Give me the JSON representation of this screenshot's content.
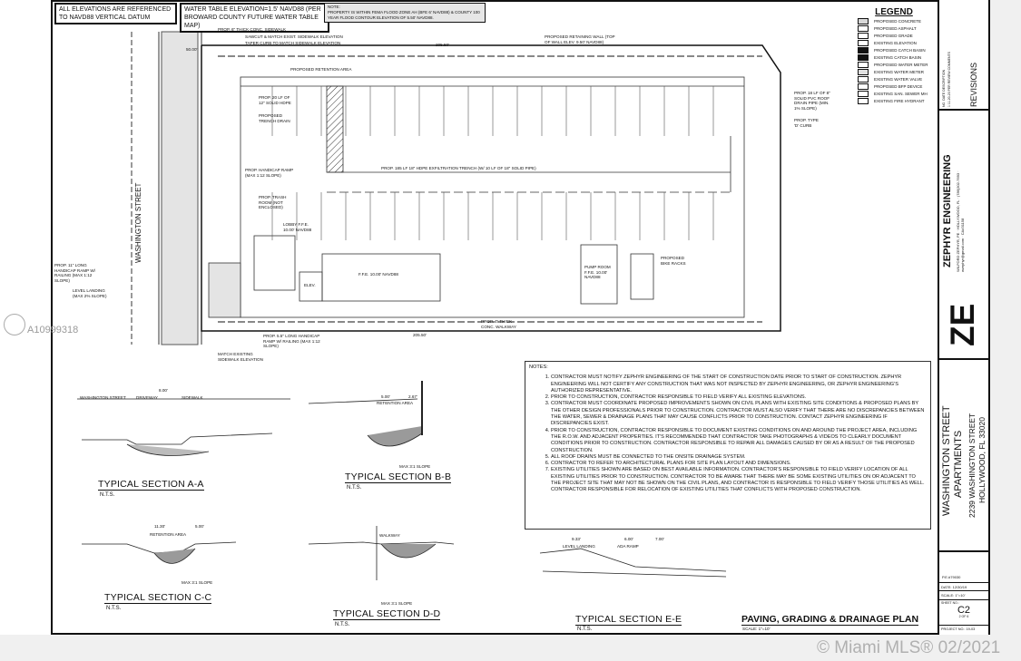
{
  "header_notes": {
    "datum": "ALL ELEVATIONS ARE REFERENCED TO NAVD88 VERTICAL DATUM",
    "water_table": "WATER TABLE ELEVATION=1.5' NAVD88 (PER BROWARD COUNTY FUTURE WATER TABLE MAP)",
    "note_title": "NOTE:",
    "note_body": "PROPERTY IS WITHIN FEMA FLOOD ZONE AH (BFE 6' NAVD88) & COUNTY 100 YEAR FLOOD CONTOUR ELEVATION OF 5.50' NAVD88."
  },
  "legend": {
    "title": "LEGEND",
    "items": [
      {
        "label": "PROPOSED CONCRETE",
        "color": "#d8d8d8"
      },
      {
        "label": "PROPOSED ASPHALT",
        "color": "#ffffff"
      },
      {
        "label": "PROPOSED GRADE",
        "color": "#ffffff"
      },
      {
        "label": "EXISTING ELEVATION",
        "color": "#ffffff"
      },
      {
        "label": "PROPOSED CATCH BASIN",
        "color": "#111111"
      },
      {
        "label": "EXISTING CATCH BASIN",
        "color": "#111111"
      },
      {
        "label": "PROPOSED WATER METER",
        "color": "#ffffff"
      },
      {
        "label": "EXISTING WATER METER",
        "color": "#e0e0e0"
      },
      {
        "label": "EXISTING WATER VALVE",
        "color": "#ffffff"
      },
      {
        "label": "PROPOSED BFP DEVICE",
        "color": "#ffffff"
      },
      {
        "label": "EXISTING SAN. SEWER MH",
        "color": "#ffffff"
      },
      {
        "label": "EXISTING FIRE HYDRANT",
        "color": "#ffffff"
      }
    ]
  },
  "site_plan": {
    "street_label": "WASHINGTON STREET",
    "labels": [
      "PROP. 6\" THICK CONC. SIDEWALK",
      "SAWCUT & MATCH EXIST. SIDEWALK ELEVATION",
      "TAPER CURB TO MATCH SIDEWALK ELEVATION",
      "PROPOSED RETENTION AREA",
      "PROPOSED RETAINING WALL (TOP OF WALL ELEV. 9.50' NAVD88)",
      "PROP. 20 LF OF 12\" SOLID HDPE",
      "PROPOSED TRENCH DRAIN",
      "PROP. 185 LF 18\" HDPE EXFILTRATION TRENCH (W/ 10 LF OF 18\" SOLID PIPE)",
      "PROP. HANDICAP RAMP (MAX 1:12 SLOPE)",
      "PROP. TRASH ROOM (NOT ENCLOSED)",
      "LOBBY F.F.E. 10.00' NAVD88",
      "F.F.E. 10.00' NAVD88",
      "ELEV.",
      "PUMP ROOM F.F.E. 10.00' NAVD88",
      "PROPOSED BIKE RACKS",
      "PROP. 5.5\" LONG HANDICAP RAMP W/ RAILING (MAX 1:12 SLOPE)",
      "PROP. 4\" THICK CONC. WALKWAY",
      "MATCH EXISTING SIDEWALK ELEVATION",
      "PROP. 18 LF OF 8\" SOLID PVC ROOF DRAIN PIPE (MIN. 1% SLOPE)",
      "PROP. TYPE 'D' CURB",
      "PROP. 11\" LONG HANDICAP RAMP W/ RAILING (MAX 1:12 SLOPE)",
      "LEVEL LANDING (MAX 2% SLOPE)"
    ],
    "dimensions": [
      "205.50'",
      "205.50'",
      "50.00'"
    ]
  },
  "sections": [
    {
      "title": "TYPICAL SECTION A-A",
      "scale": "N.T.S."
    },
    {
      "title": "TYPICAL SECTION B-B",
      "scale": "N.T.S."
    },
    {
      "title": "TYPICAL SECTION C-C",
      "scale": "N.T.S."
    },
    {
      "title": "TYPICAL SECTION D-D",
      "scale": "N.T.S."
    },
    {
      "title": "TYPICAL SECTION E-E",
      "scale": "N.T.S."
    }
  ],
  "section_labels": {
    "a_street": "WASHINGTON STREET",
    "a_driveway": "DRIVEWAY",
    "a_sidewalk": "SIDEWALK",
    "a_dim": "8.00'",
    "b_dim1": "5.00'",
    "b_dim2": "2.67'",
    "b_area": "RETENTION AREA",
    "b_slope": "MAX 3:1 SLOPE",
    "c_dim1": "11.30'",
    "c_dim2": "5.00'",
    "c_area": "RETENTION AREA",
    "c_slope": "MAX 3:1 SLOPE",
    "d_walkway": "WALKWAY",
    "d_slope": "MAX 3:1 SLOPE",
    "e_dim1": "9.33'",
    "e_dim2": "6.00'",
    "e_dim3": "7.00'",
    "e_landing": "LEVEL LANDING",
    "e_ramp": "ADA RAMP"
  },
  "notes": {
    "title": "NOTES:",
    "items": [
      "CONTRACTOR MUST NOTIFY ZEPHYR ENGINEERING OF THE START OF CONSTRUCTION DATE PRIOR TO START OF CONSTRUCTION. ZEPHYR ENGINEERING WILL NOT CERTIFY ANY CONSTRUCTION THAT WAS NOT INSPECTED BY ZEPHYR ENGINEERING, OR ZEPHYR ENGINEERING'S AUTHORIZED REPRESENTATIVE.",
      "PRIOR TO CONSTRUCTION, CONTRACTOR RESPONSIBLE TO FIELD VERIFY ALL EXISTING ELEVATIONS.",
      "CONTRACTOR MUST COORDINATE PROPOSED IMPROVEMENTS SHOWN ON CIVIL PLANS WITH EXISTING SITE CONDITIONS & PROPOSED PLANS BY THE OTHER DESIGN PROFESSIONALS PRIOR TO CONSTRUCTION. CONTRACTOR MUST ALSO VERIFY THAT THERE ARE NO DISCREPANCIES BETWEEN THE WATER, SEWER & DRAINAGE PLANS THAT MAY CAUSE CONFLICTS PRIOR TO CONSTRUCTION. CONTACT ZEPHYR ENGINEERING IF DISCREPANCIES EXIST.",
      "PRIOR TO CONSTRUCTION, CONTRACTOR RESPONSIBLE TO DOCUMENT EXISTING CONDITIONS ON AND AROUND THE PROJECT AREA, INCLUDING THE R.O.W. AND ADJACENT PROPERTIES. IT'S RECOMMENDED THAT CONTRACTOR TAKE PHOTOGRAPHS & VIDEOS TO CLEARLY DOCUMENT CONDITIONS PRIOR TO CONSTRUCTION. CONTRACTOR RESPONSIBLE TO REPAIR ALL DAMAGES CAUSED BY OR AS A RESULT OF THE PROPOSED CONSTRUCTION.",
      "ALL ROOF DRAINS MUST BE CONNECTED TO THE ONSITE DRAINAGE SYSTEM.",
      "CONTRACTOR TO REFER TO ARCHITECTURAL PLANS FOR SITE PLAN LAYOUT AND DIMENSIONS.",
      "EXISTING UTILITIES SHOWN ARE BASED ON BEST AVAILABLE INFORMATION. CONTRACTOR'S RESPONSIBLE TO FIELD VERIFY LOCATION OF ALL EXISTING UTILITIES PRIOR TO CONSTRUCTION. CONTRACTOR TO BE AWARE THAT THERE MAY BE SOME EXISTING UTILITIES ON OR ADJACENT TO THE PROJECT SITE THAT MAY NOT BE SHOWN ON THE CIVIL PLANS, AND CONTRACTOR IS RESPONSIBLE TO FIELD VERIFY THOSE UTILITIES AS WELL. CONTRACTOR RESPONSIBLE FOR RELOCATION OF EXISTING UTILITIES THAT CONFLICTS WITH PROPOSED CONSTRUCTION."
    ]
  },
  "plan_title": "PAVING, GRADING & DRAINAGE PLAN",
  "plan_scale": "SCALE: 1\"=10'",
  "title_block": {
    "revisions_title": "REVISIONS",
    "revision_headers": "NO. DATE DESCRIPTION",
    "revision_row": "1 11-20-20 PER REVIEW COMMENTS",
    "firm_logo": "ZE",
    "firm_name": "ZEPHYR ENGINEERING",
    "firm_details": "WILFORD ZEPHYR, PE · HOLLYWOOD, FL · (786)302-7693 · wzephyr@gmail.com · CA#31158",
    "project_name_1": "WASHINGTON STREET",
    "project_name_2": "APARTMENTS",
    "address_1": "2239 WASHINGTON STREET",
    "address_2": "HOLLYWOOD, FL 33020",
    "pe_number": "P.E.#79030",
    "date": "DATE: 12/30/19",
    "scale": "SCALE: 1\"=10'",
    "sheet_label": "SHEET NO.:",
    "sheet_no": "C2",
    "sheet_of": "2 OF 6",
    "project_no": "PROJECT NO.: 19-03"
  },
  "watermarks": {
    "listing_id": "A10999318",
    "copyright": "© Miami MLS® 02/2021"
  }
}
